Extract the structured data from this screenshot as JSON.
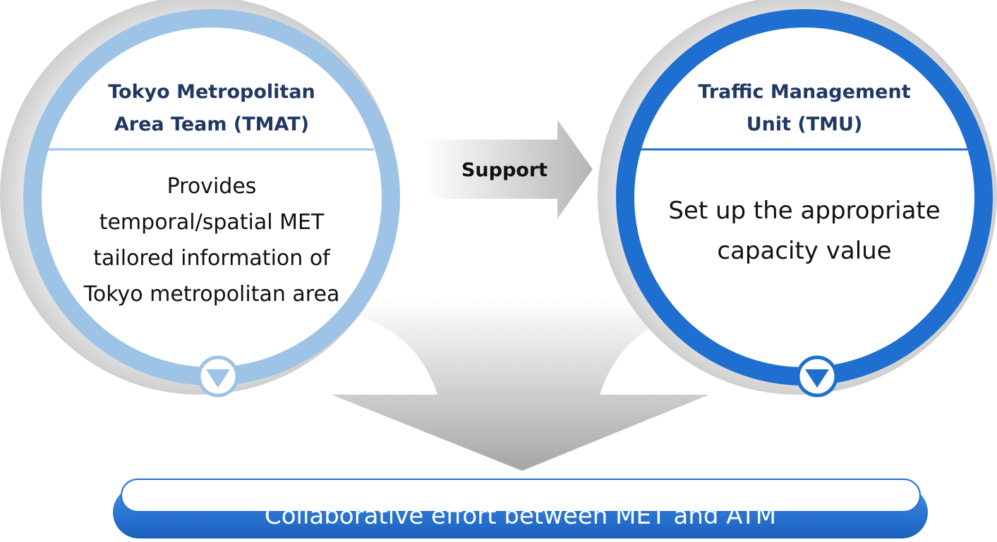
{
  "left_node": {
    "title_line1": "Tokyo Metropolitan",
    "title_line2": "Area Team (TMAT)",
    "body_line1": "Provides",
    "body_line2": "temporal/spatial MET",
    "body_line3": "tailored information of",
    "body_line4": "Tokyo metropolitan area"
  },
  "right_node": {
    "title_line1": "Traffic Management",
    "title_line2": "Unit (TMU)",
    "body_line1": "Set up the appropriate",
    "body_line2": "capacity value"
  },
  "connector": {
    "label": "Support"
  },
  "banner": {
    "text": "Collaborative effort between MET and ATM"
  },
  "colors": {
    "left_ring": "#9dc3e6",
    "right_ring": "#1f6fd1",
    "dark_blue": "#1f3864",
    "arrow_gray": "#bfbfbf"
  }
}
